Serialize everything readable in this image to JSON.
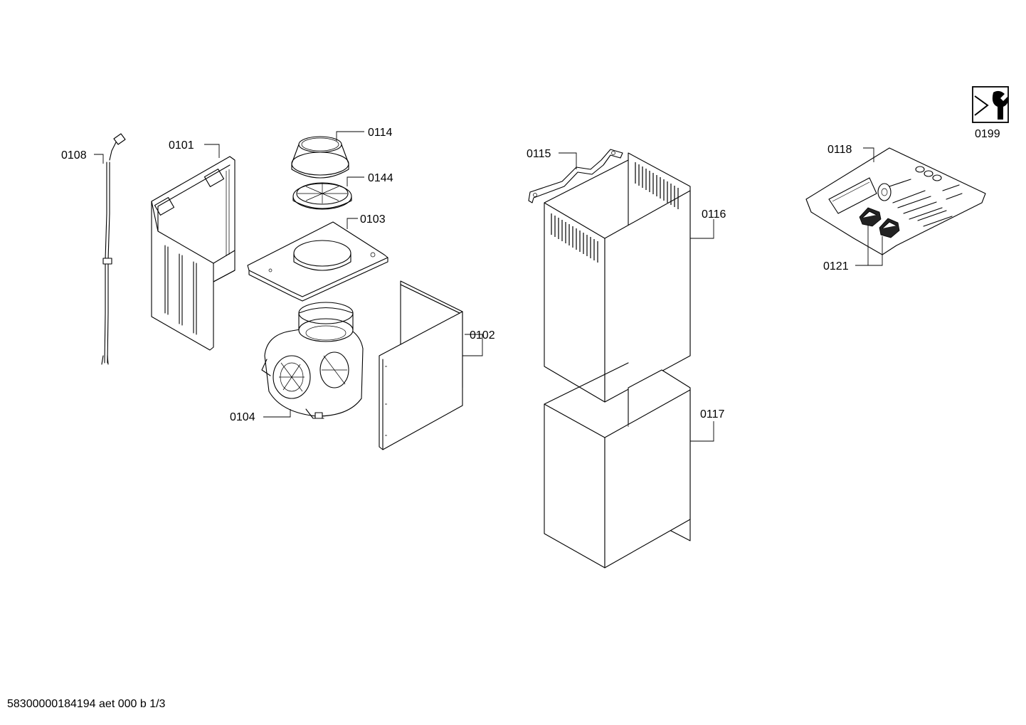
{
  "parts": [
    {
      "id": "0101"
    },
    {
      "id": "0102"
    },
    {
      "id": "0103"
    },
    {
      "id": "0104"
    },
    {
      "id": "0108"
    },
    {
      "id": "0114"
    },
    {
      "id": "0115"
    },
    {
      "id": "0116"
    },
    {
      "id": "0117"
    },
    {
      "id": "0118"
    },
    {
      "id": "0121"
    },
    {
      "id": "0144"
    },
    {
      "id": "0199"
    }
  ],
  "footer": {
    "document_code": "58300000184194 aet 000 b 1/3"
  },
  "icons": {
    "service": "wrench-service-icon"
  }
}
